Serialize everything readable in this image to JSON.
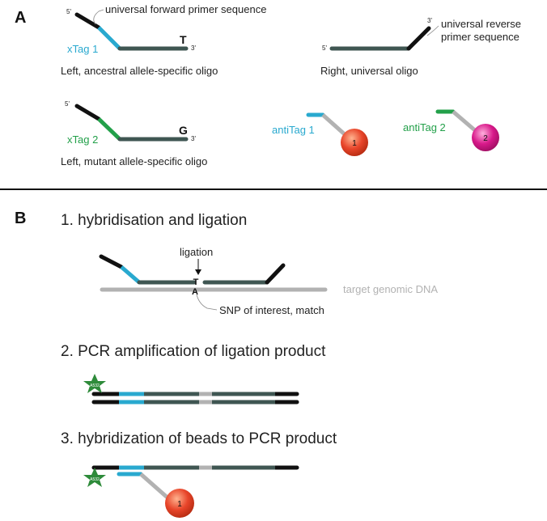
{
  "colors": {
    "black": "#111111",
    "dark_teal": "#3f5652",
    "cyan": "#29a9cf",
    "green": "#23a04a",
    "grey": "#b2b2b2",
    "bead1": "#e8452a",
    "bead2": "#d8198a",
    "fluor": "#2e8b3a"
  },
  "panel_a": {
    "label": "A",
    "forward_primer_label": "universal forward primer sequence",
    "reverse_primer_label": "universal reverse\nprimer sequence",
    "xtag1_label": "xTag 1",
    "xtag2_label": "xTag 2",
    "oligo1_base": "T",
    "oligo2_base": "G",
    "left_ancestral_caption": "Left, ancestral allele-specific oligo",
    "left_mutant_caption": "Left, mutant allele-specific oligo",
    "right_caption": "Right, universal oligo",
    "antitag1_label": "antiTag 1",
    "antitag2_label": "antiTag 2",
    "bead1_number": "1",
    "bead2_number": "2",
    "five_prime": "5'",
    "three_prime": "3'"
  },
  "panel_b": {
    "label": "B",
    "step1_title": "1. hybridisation and ligation",
    "ligation_label": "ligation",
    "target_label": "target genomic DNA",
    "snp_label": "SNP of interest, match",
    "top_base": "T",
    "bottom_base": "A",
    "step2_title": "2. PCR amplification of ligation product",
    "step3_title": "3. hybridization of beads to PCR product",
    "fluor_label": "A532",
    "bead_number": "1"
  }
}
